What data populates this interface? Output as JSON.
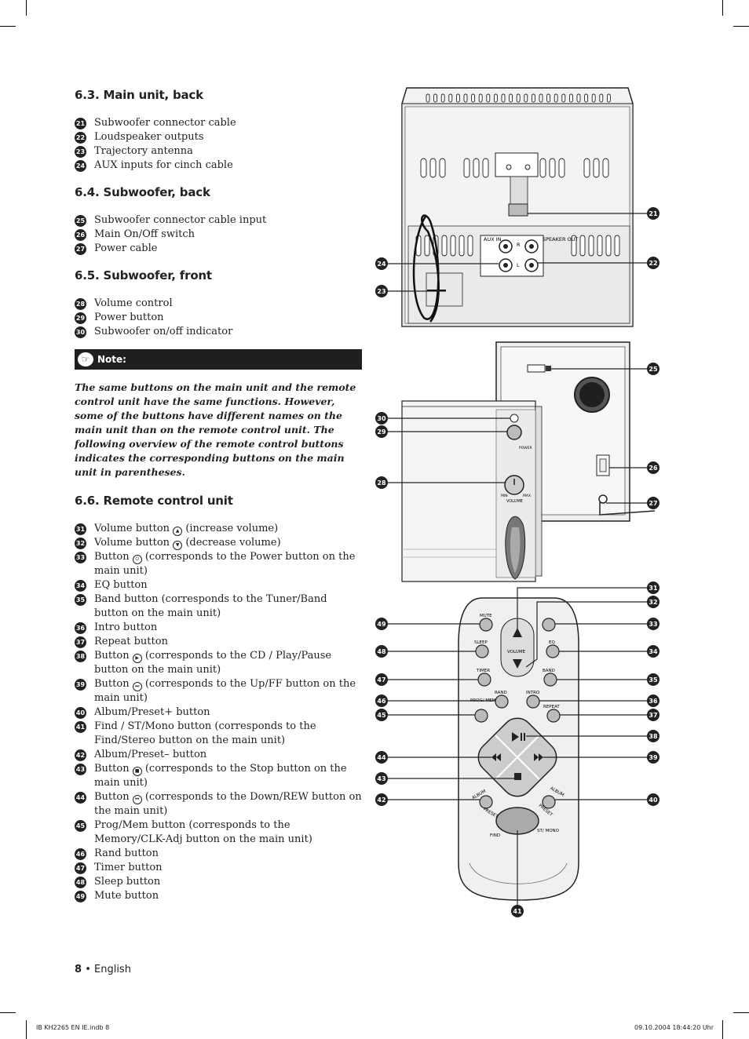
{
  "sections": [
    {
      "heading": "6.3. Main unit, back",
      "items": [
        {
          "num": "21",
          "text": "Subwoofer connector cable"
        },
        {
          "num": "22",
          "text": "Loudspeaker outputs"
        },
        {
          "num": "23",
          "text": "Trajectory antenna"
        },
        {
          "num": "24",
          "text": "AUX inputs for cinch cable"
        }
      ]
    },
    {
      "heading": "6.4. Subwoofer, back",
      "items": [
        {
          "num": "25",
          "text": "Subwoofer connector cable input"
        },
        {
          "num": "26",
          "text": "Main On/Off switch"
        },
        {
          "num": "27",
          "text": "Power cable"
        }
      ]
    },
    {
      "heading": "6.5. Subwoofer, front",
      "items": [
        {
          "num": "28",
          "text": "Volume control"
        },
        {
          "num": "29",
          "text": "Power button"
        },
        {
          "num": "30",
          "text": "Subwoofer on/off indicator"
        }
      ]
    }
  ],
  "note": {
    "label": "Note:",
    "text": "The same buttons on the main unit and the remote control unit have the same functions. However, some of the buttons have different names on the main unit than on the remote control unit. The following overview of the remote control buttons indicates the corresponding buttons on the main unit in parentheses."
  },
  "remote_section": {
    "heading": "6.6. Remote control unit",
    "items": [
      {
        "num": "31",
        "pre": "Volume button",
        "icon": "up",
        "post": "(increase volume)"
      },
      {
        "num": "32",
        "pre": "Volume button",
        "icon": "down",
        "post": "(decrease volume)"
      },
      {
        "num": "33",
        "pre": "Button",
        "icon": "power",
        "post": "(corresponds to the Power button on the main unit)"
      },
      {
        "num": "34",
        "pre": "EQ button",
        "icon": "",
        "post": ""
      },
      {
        "num": "35",
        "pre": "Band button (corresponds to the Tuner/Band button on the main unit)",
        "icon": "",
        "post": ""
      },
      {
        "num": "36",
        "pre": "Intro button",
        "icon": "",
        "post": ""
      },
      {
        "num": "37",
        "pre": "Repeat button",
        "icon": "",
        "post": ""
      },
      {
        "num": "38",
        "pre": "Button",
        "icon": "play",
        "post": "(corresponds to the CD / Play/Pause button on the main unit)"
      },
      {
        "num": "39",
        "pre": "Button",
        "icon": "ff",
        "post": "(corresponds to the Up/FF button on the main unit)"
      },
      {
        "num": "40",
        "pre": "Album/Preset+ button",
        "icon": "",
        "post": ""
      },
      {
        "num": "41",
        "pre": "Find / ST/Mono button (corresponds to the Find/Stereo button on the main unit)",
        "icon": "",
        "post": ""
      },
      {
        "num": "42",
        "pre": "Album/Preset– button",
        "icon": "",
        "post": ""
      },
      {
        "num": "43",
        "pre": "Button",
        "icon": "stop",
        "post": "(corresponds to the Stop button on the main unit)"
      },
      {
        "num": "44",
        "pre": "Button",
        "icon": "rew",
        "post": "(corresponds to the Down/REW button on the main unit)"
      },
      {
        "num": "45",
        "pre": "Prog/Mem button (corresponds to the Memory/CLK-Adj button on the main unit)",
        "icon": "",
        "post": ""
      },
      {
        "num": "46",
        "pre": "Rand button",
        "icon": "",
        "post": ""
      },
      {
        "num": "47",
        "pre": "Timer button",
        "icon": "",
        "post": ""
      },
      {
        "num": "48",
        "pre": "Sleep button",
        "icon": "",
        "post": ""
      },
      {
        "num": "49",
        "pre": "Mute button",
        "icon": "",
        "post": ""
      }
    ]
  },
  "diagram_labels": {
    "main_unit": {
      "aux_in": "AUX IN",
      "r": "R",
      "l": "L",
      "speaker_out": "SPEAKER OUT"
    },
    "subwoofer": {
      "power": "POWER",
      "min": "MIN",
      "max": "MAX",
      "volume": "VOLUME"
    },
    "remote": {
      "mute": "MUTE",
      "sleep": "SLEEP",
      "volume": "VOLUME",
      "eq": "EQ",
      "timer": "TIMER",
      "band": "BAND",
      "rand": "RAND",
      "intro": "INTRO",
      "prog_mem": "PROG/ MEM",
      "repeat": "REPEAT",
      "album_left": "ALBUM",
      "preset_left": "PRESET",
      "album_right": "ALBUM",
      "preset_right": "PRESET",
      "find": "FIND",
      "st_mono": "ST/ MONO"
    },
    "callouts": [
      "21",
      "22",
      "23",
      "24",
      "25",
      "26",
      "27",
      "28",
      "29",
      "30",
      "31",
      "32",
      "33",
      "34",
      "35",
      "36",
      "37",
      "38",
      "39",
      "40",
      "41",
      "42",
      "43",
      "44",
      "45",
      "46",
      "47",
      "48",
      "49"
    ]
  },
  "footer": {
    "page_num": "8",
    "separator": "•",
    "language": "English",
    "slug_left": "IB KH2265 EN IE.indb   8",
    "slug_right": "09.10.2004   18:44:20 Uhr"
  }
}
